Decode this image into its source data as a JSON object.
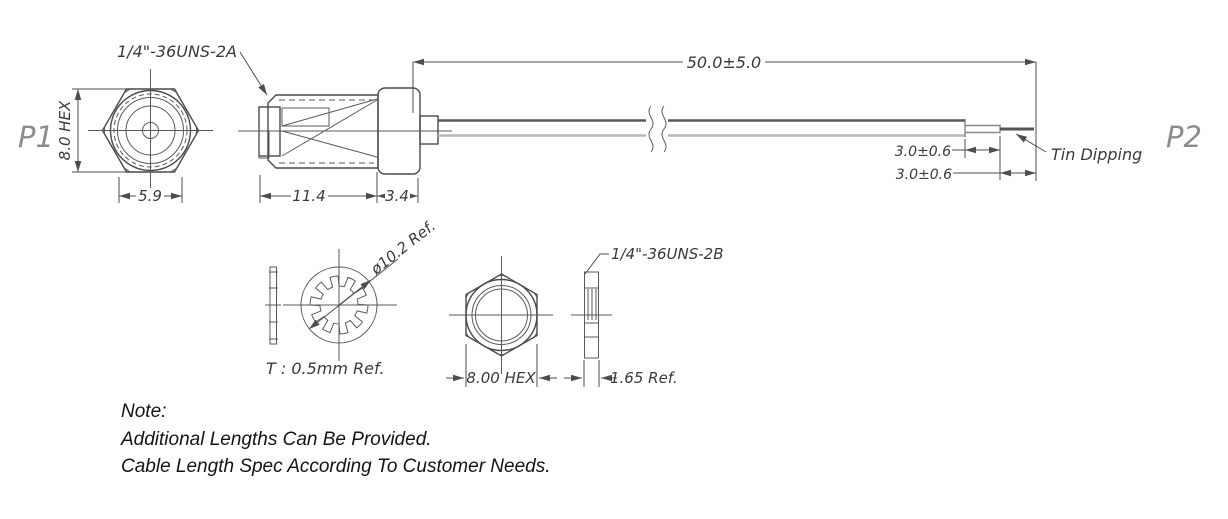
{
  "connector_labels": {
    "p1": "P1",
    "p2": "P2"
  },
  "callouts": {
    "thread_plug": "1/4\"-36UNS-2A",
    "thread_nut": "1/4\"-36UNS-2B",
    "tin_dipping": "Tin Dipping"
  },
  "dimensions": {
    "hex_across_flats": "8.0 HEX",
    "front_width": "5.9",
    "body_length": "11.4",
    "hex_thickness": "3.4",
    "cable_length": "50.0±5.0",
    "strip_outer": "3.0±0.6",
    "strip_inner": "3.0±0.6",
    "washer_thickness": "T : 0.5mm Ref.",
    "washer_od": "ø10.2 Ref.",
    "nut_across_flats": "8.00 HEX",
    "nut_thickness": "1.65 Ref."
  },
  "note": {
    "title": "Note:",
    "lines": [
      "Additional Lengths Can Be Provided.",
      "Cable Length Spec According To Customer Needs."
    ]
  }
}
